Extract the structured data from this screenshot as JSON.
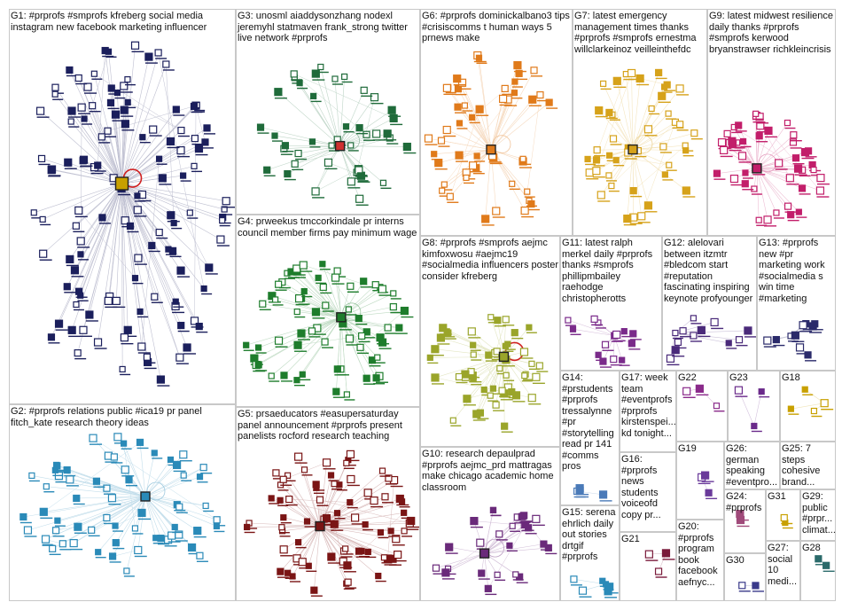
{
  "groups": [
    {
      "id": "G1",
      "label": "G1: #prprofs #smprofs kfreberg social media instagram new facebook marketing influencer",
      "color": "#1b1f5c",
      "nodes": 118,
      "hub_colors": [
        "#c8a000",
        "#c0c0c0",
        "#d03030"
      ]
    },
    {
      "id": "G2",
      "label": "G2: #prprofs relations public #ica19 pr panel fitch_kate research theory ideas",
      "color": "#2a8ab8",
      "nodes": 62
    },
    {
      "id": "G3",
      "label": "G3: unosml aiaddysonzhang nodexl jeremyhl statmaven frank_strong twitter live network #prprofs",
      "color": "#1f6b3a",
      "nodes": 42,
      "hub_colors": [
        "#d03030",
        "#2a8ab8"
      ]
    },
    {
      "id": "G4",
      "label": "G4: prweekus tmccorkindale pr interns council member firms pay minimum wage",
      "color": "#1e7d2c",
      "nodes": 64
    },
    {
      "id": "G5",
      "label": "G5: prsaeducators #easupersaturday panel announcement #prprofs present panelists rocford research teaching",
      "color": "#7a1515",
      "nodes": 72
    },
    {
      "id": "G6",
      "label": "G6: #prprofs dominickalbano3 tips #crisiscomms t human ways 5 prnews make",
      "color": "#e07a1a",
      "nodes": 48
    },
    {
      "id": "G7",
      "label": "G7: latest emergency management times thanks #prprofs #smprofs ernestma willclarkeinoz veilleinthefdc",
      "color": "#d6a21a",
      "nodes": 44
    },
    {
      "id": "G8",
      "label": "G8: #prprofs #smprofs aejmc kimfoxwosu #aejmc19 #socialmedia influencers poster consider kfreberg",
      "color": "#9aa52a",
      "nodes": 50
    },
    {
      "id": "G9",
      "label": "G9: latest midwest resilience daily thanks #prprofs #smprofs kerwood bryanstrawser richkleincrisis",
      "color": "#c21e6a",
      "nodes": 44
    },
    {
      "id": "G10",
      "label": "G10: research depaulprad #prprofs aejmc_prd mattragas make chicago academic home classroom",
      "color": "#6a2a7a",
      "nodes": 26
    },
    {
      "id": "G11",
      "label": "G11: latest ralph merkel daily #prprofs thanks #smprofs phillipmbailey raehodge christopherotts",
      "color": "#7a2a8a",
      "nodes": 14
    },
    {
      "id": "G12",
      "label": "G12: alelovari between itzmtr #bledcom start #reputation fascinating inspiring keynote profyounger",
      "color": "#4a2a7a",
      "nodes": 12
    },
    {
      "id": "G13",
      "label": "G13: #prprofs new #pr marketing work #socialmedia s win time #marketing",
      "color": "#2a2a6a",
      "nodes": 10
    },
    {
      "id": "G14",
      "label": "G14: #prstudents #prprofs tressalynne #pr #storytelling read pr 141 #comms pros",
      "color": "#4a7ab8",
      "nodes": 4
    },
    {
      "id": "G15",
      "label": "G15: serena ehrlich daily out stories drtgif #prprofs",
      "color": "#2a8ab8",
      "nodes": 6
    },
    {
      "id": "G16",
      "label": "G16: #prprofs news students voiceofd copy pr...",
      "color": "#4a6a2a",
      "nodes": 5
    },
    {
      "id": "G17",
      "label": "G17: week team #eventprofs #prprofs kirstenspei... kd tonight...",
      "color": "#6a2a2a",
      "nodes": 5
    },
    {
      "id": "G18",
      "label": "G18",
      "color": "#c8a000",
      "nodes": 4
    },
    {
      "id": "G19",
      "label": "G19",
      "color": "#6a3a9a",
      "nodes": 3
    },
    {
      "id": "G20",
      "label": "G20: #prprofs program book facebook aefnyc...",
      "color": "#2a6a2a",
      "nodes": 3
    },
    {
      "id": "G21",
      "label": "G21",
      "color": "#7a1a3a",
      "nodes": 3
    },
    {
      "id": "G22",
      "label": "G22",
      "color": "#8a2a8a",
      "nodes": 3
    },
    {
      "id": "G23",
      "label": "G23",
      "color": "#6a2a8a",
      "nodes": 3
    },
    {
      "id": "G24",
      "label": "G24: #prprofs",
      "color": "#a04a7a",
      "nodes": 2
    },
    {
      "id": "G25",
      "label": "G25: 7 steps cohesive brand...",
      "color": "#7a3a2a",
      "nodes": 2
    },
    {
      "id": "G26",
      "label": "G26: german speaking #eventpro...",
      "color": "#5a2a7a",
      "nodes": 2
    },
    {
      "id": "G27",
      "label": "G27: social 10 medi...",
      "color": "#2a3a6a",
      "nodes": 2
    },
    {
      "id": "G28",
      "label": "G28",
      "color": "#2a6a6a",
      "nodes": 2
    },
    {
      "id": "G29",
      "label": "G29: public #prpr... climat...",
      "color": "#8a3a3a",
      "nodes": 2
    },
    {
      "id": "G30",
      "label": "G30",
      "color": "#3a3a8a",
      "nodes": 2
    },
    {
      "id": "G31",
      "label": "G31",
      "color": "#c8a000",
      "nodes": 2
    }
  ]
}
